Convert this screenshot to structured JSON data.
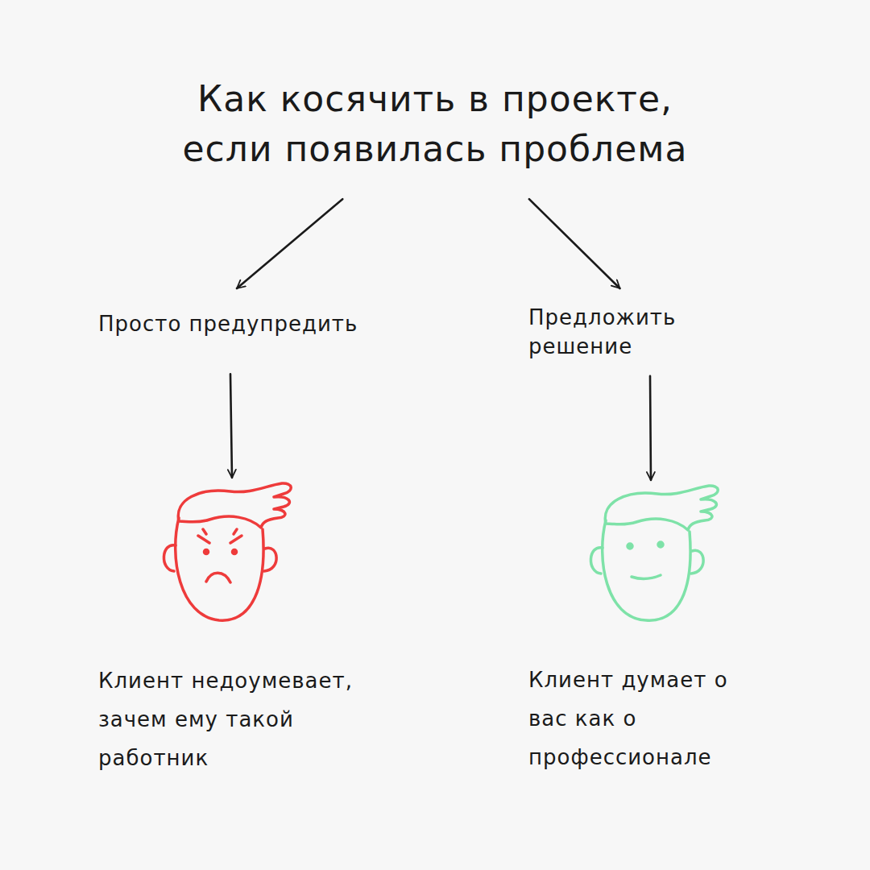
{
  "diagram": {
    "nodes": [
      {
        "text": [
          "Как косячить в проекте, если появилась проблема"
        ]
      },
      {
        "text": [
          "Просто предупредить"
        ]
      },
      {
        "text": [
          "Предложить решение"
        ]
      },
      {
        "text": [
          "Клиент недоумевает, зачем ему такой работник"
        ]
      },
      {
        "text": [
          "Клиент думает о вас как о профессионале"
        ]
      }
    ],
    "edges": [
      {
        "from": 0,
        "to": 1,
        "arrow": "to"
      },
      {
        "from": 0,
        "to": 2,
        "arrow": "to"
      },
      {
        "from": 1,
        "to": 3,
        "arrow": "to"
      },
      {
        "from": 2,
        "to": 4,
        "arrow": "to"
      }
    ]
  }
}
